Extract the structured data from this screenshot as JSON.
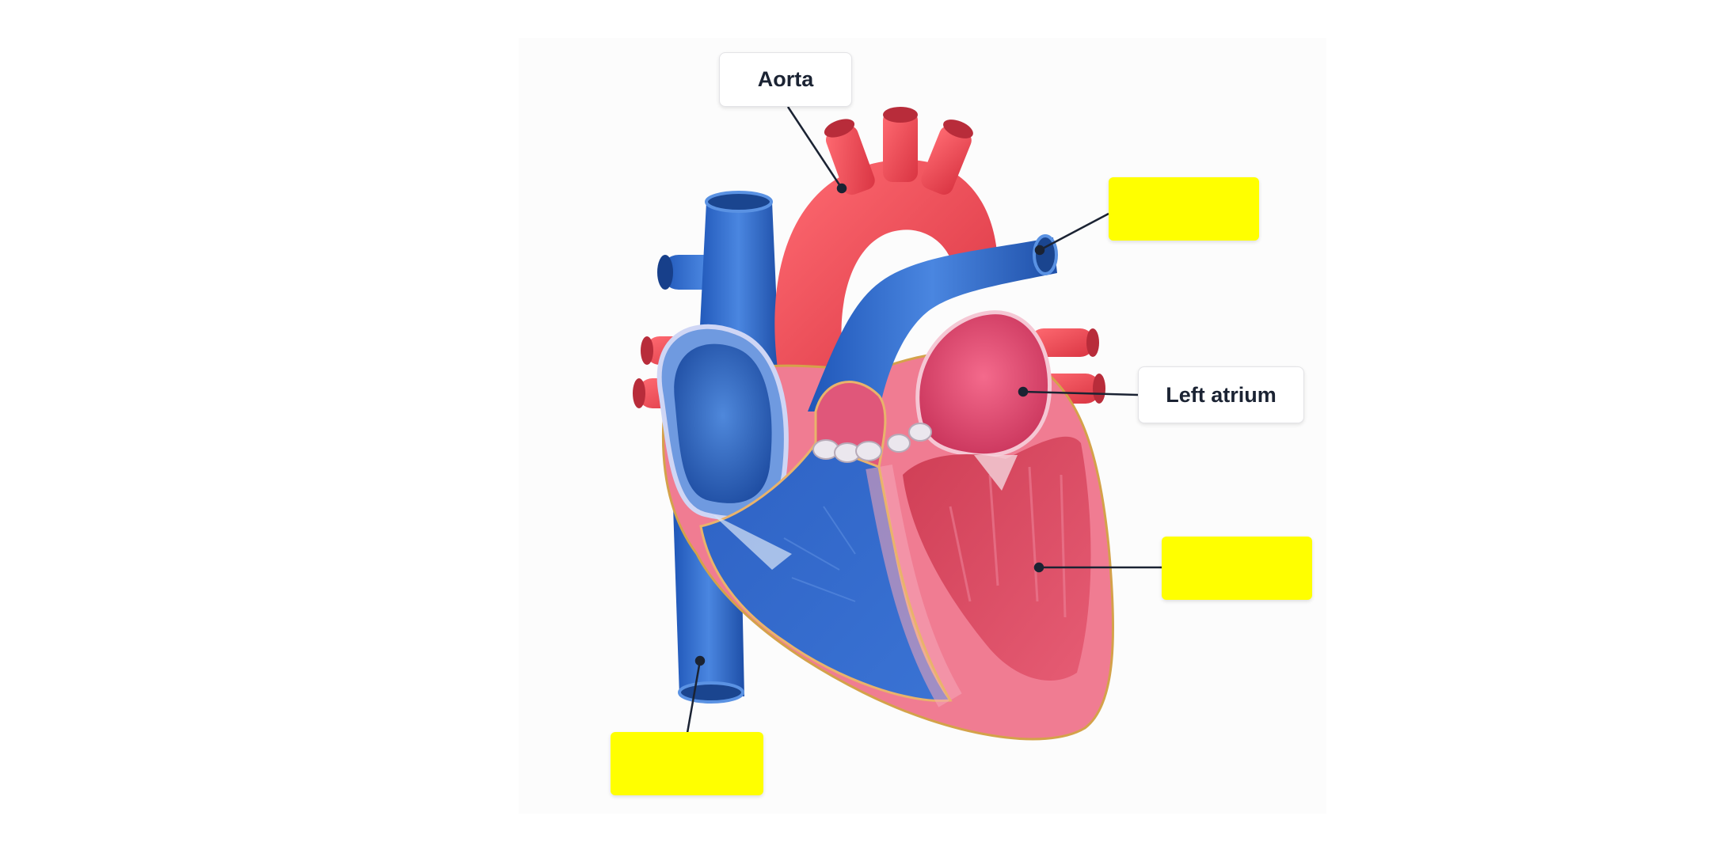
{
  "diagram": {
    "labels": [
      {
        "id": "aorta",
        "text": "Aorta"
      },
      {
        "id": "left_atrium",
        "text": "Left atrium"
      }
    ],
    "blank_labels": [
      {
        "id": "pulmonary_artery_blank",
        "text": ""
      },
      {
        "id": "left_ventricle_blank",
        "text": ""
      },
      {
        "id": "inferior_vena_cava_blank",
        "text": ""
      }
    ]
  },
  "colors": {
    "blank_fill": "#ffff00",
    "vein_blue": "#3a6fd0",
    "artery_red": "#e84a55",
    "muscle_pink": "#f06b86",
    "leader_line": "#1b2333"
  }
}
